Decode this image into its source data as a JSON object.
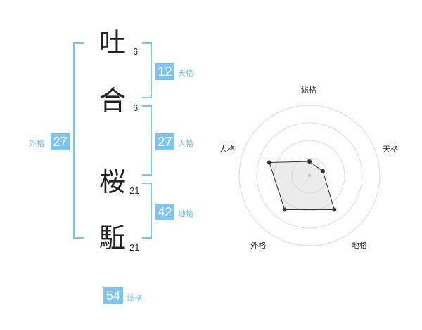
{
  "characters": [
    {
      "char": "吐",
      "strokes": "6"
    },
    {
      "char": "合",
      "strokes": "6"
    },
    {
      "char": "桜",
      "strokes": "21"
    },
    {
      "char": "駈",
      "strokes": "21"
    }
  ],
  "kaku": {
    "tenkaku": {
      "value": "12",
      "label": "天格"
    },
    "jinkaku": {
      "value": "27",
      "label": "人格"
    },
    "chikaku": {
      "value": "42",
      "label": "地格"
    },
    "gaikaku": {
      "value": "27",
      "label": "外格"
    },
    "soukaku": {
      "value": "54",
      "label": "総格"
    }
  },
  "accent_color": "#7dc4f0",
  "chart_data": {
    "type": "radar",
    "axes": [
      "総格",
      "天格",
      "地格",
      "外格",
      "人格"
    ],
    "values": [
      1,
      1,
      3,
      3,
      3
    ],
    "range": [
      0,
      5
    ],
    "rings": 4
  }
}
